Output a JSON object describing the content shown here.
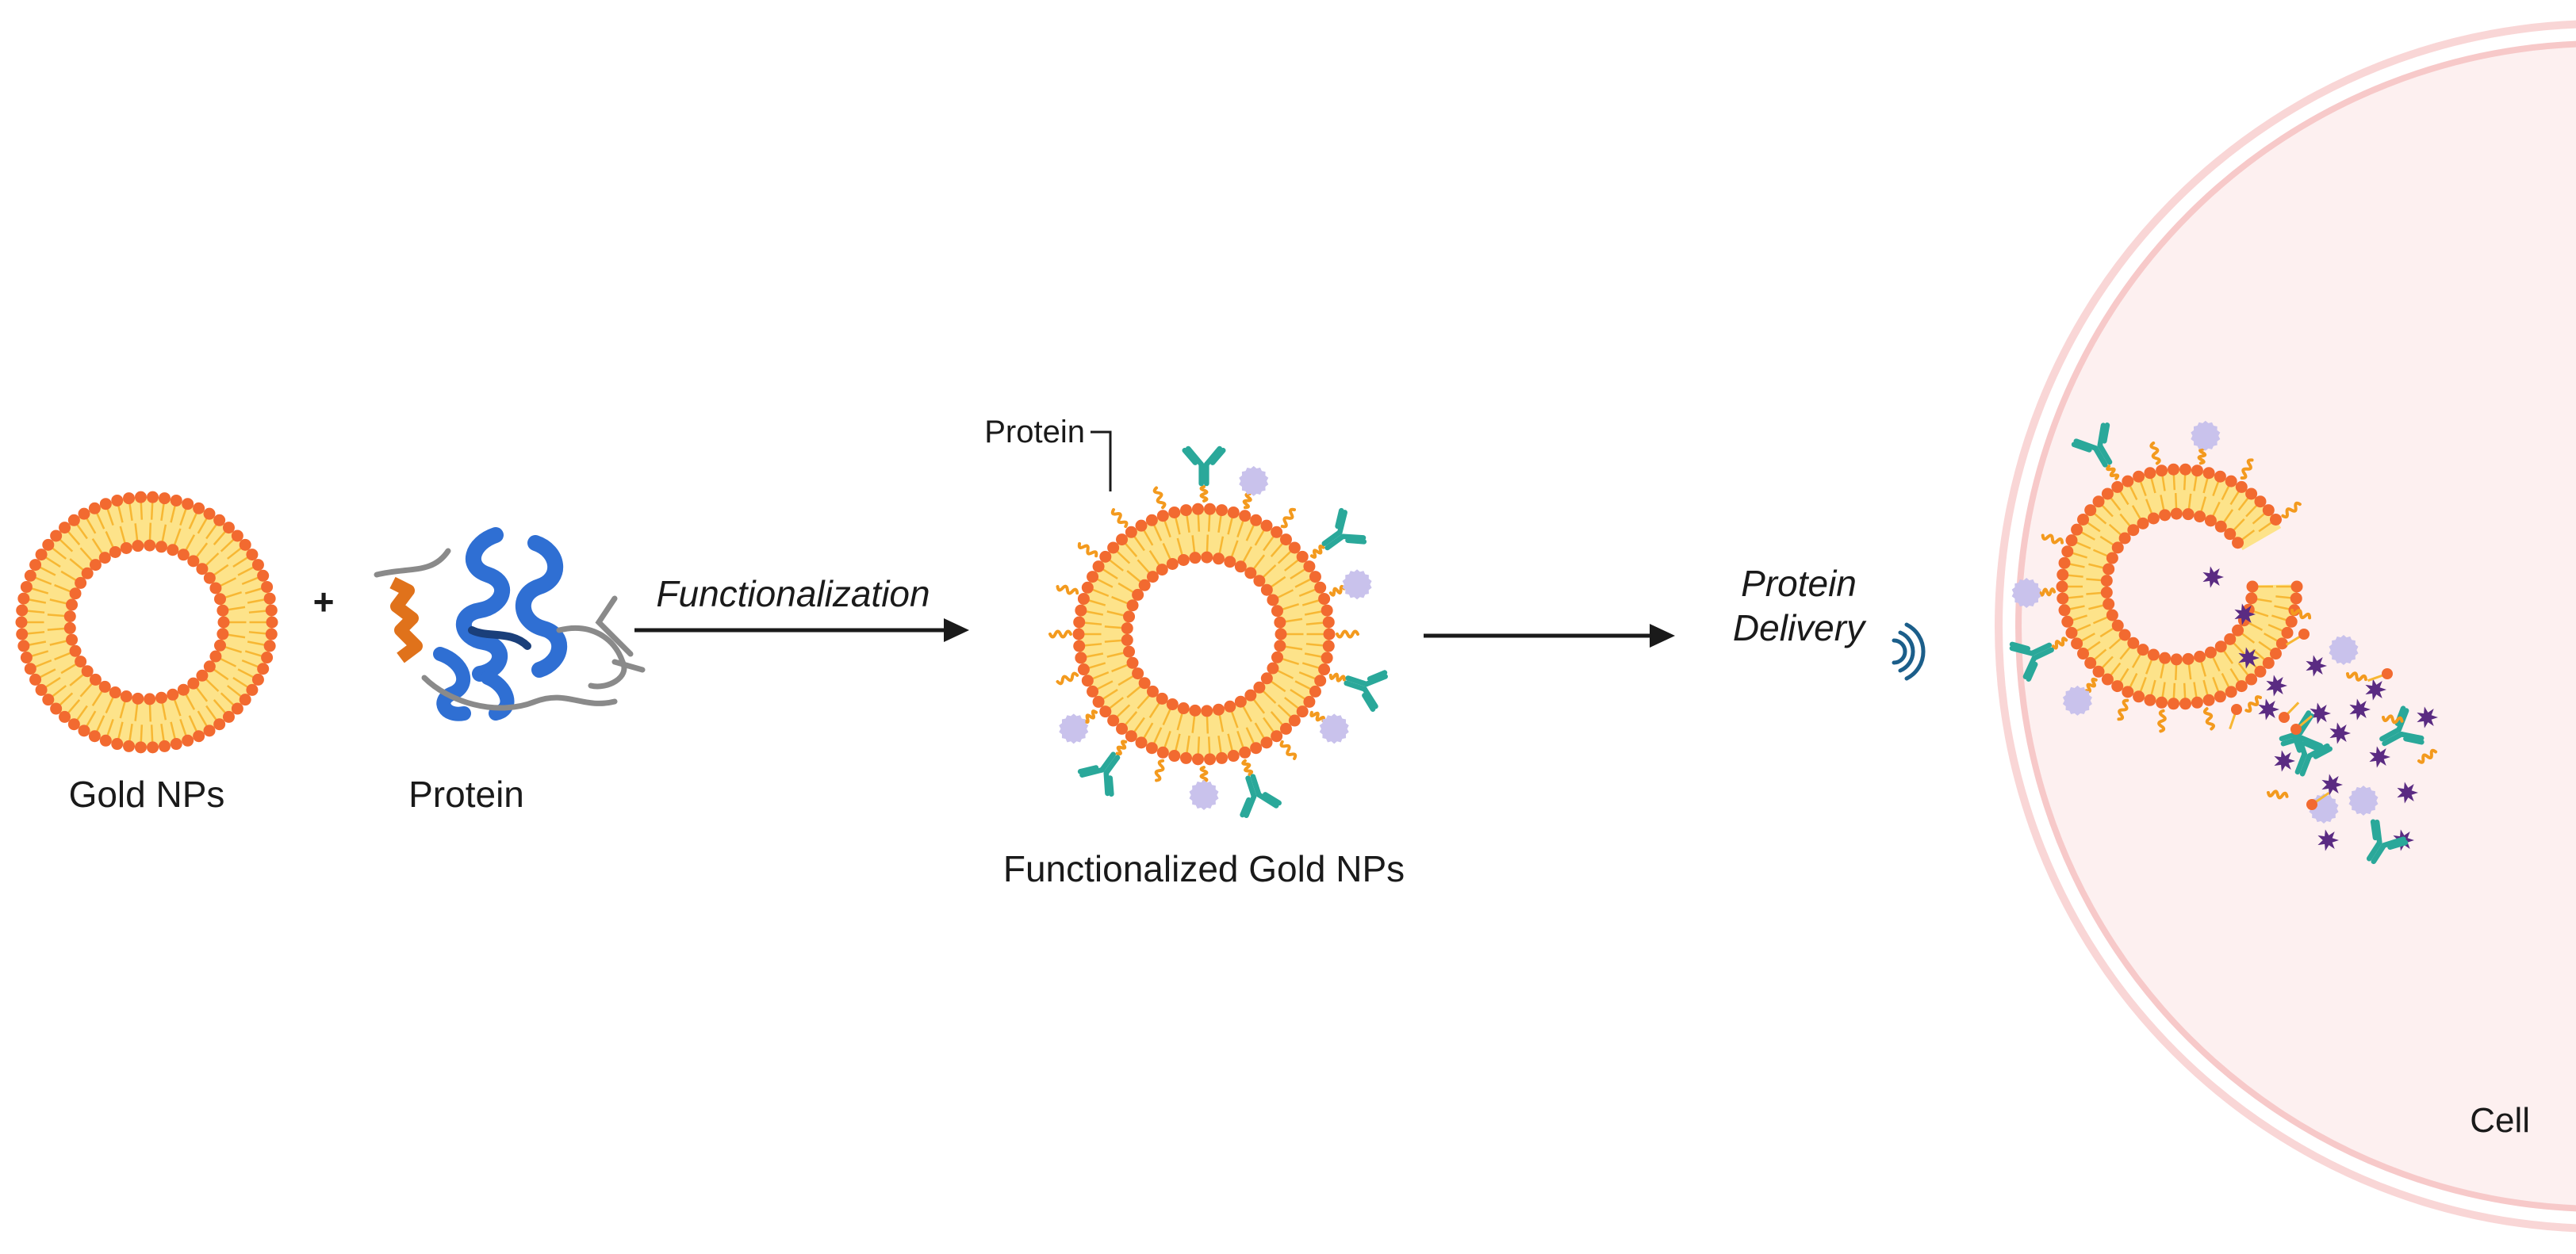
{
  "labels": {
    "gold_nps": "Gold NPs",
    "plus": "+",
    "protein": "Protein",
    "functionalization": "Functionalization",
    "protein_callout": "Protein",
    "functionalized_gold_nps": "Functionalized Gold NPs",
    "protein_delivery_line1": "Protein",
    "protein_delivery_line2": "Delivery",
    "cell": "Cell"
  },
  "colors": {
    "gold_outer": "#f26a30",
    "gold_inner": "#fde38a",
    "lipid_tail": "#f7b733",
    "linker": "#f39a1e",
    "antibody": "#2aa89a",
    "protein_bead": "#c9c2ec",
    "payload": "#5a2b82",
    "cell_fill": "#fdeeee",
    "cell_border": "#f7c9c9",
    "cell_text": "#e07a7a",
    "helix_blue": "#2f6fd3",
    "strand_orange": "#e0721b",
    "coil_grey": "#7a7a7a",
    "arrow": "#1a1a1a",
    "signal": "#1b5e8a"
  },
  "icons": [
    "gold-nanoparticle-icon",
    "protein-structure-icon",
    "antibody-icon",
    "protein-bead-icon",
    "payload-particle-icon",
    "signal-icon"
  ]
}
